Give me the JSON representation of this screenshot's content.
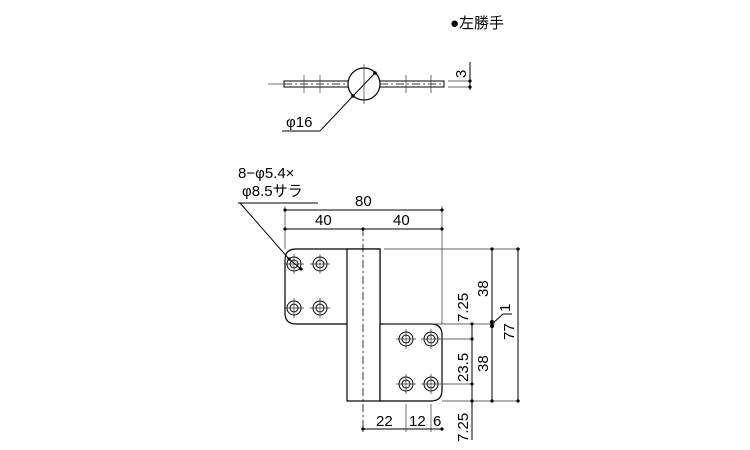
{
  "title": "●左勝手",
  "top_view": {
    "diameter_label": "φ16",
    "thickness_label": "3"
  },
  "front_view": {
    "hole_note_line1": "8−φ5.4×",
    "hole_note_line2": "φ8.5サラ",
    "dim_overall_width": "80",
    "dim_left_half": "40",
    "dim_right_half": "40",
    "dim_top_edge": "7.25",
    "dim_hole_pitch": "23.5",
    "dim_bottom_edge": "7.25",
    "dim_leaf_height_upper": "38",
    "dim_leaf_height_lower": "38",
    "dim_gap": "1",
    "dim_total_height": "77",
    "dim_bottom_22": "22",
    "dim_bottom_12": "12",
    "dim_bottom_6": "6"
  }
}
